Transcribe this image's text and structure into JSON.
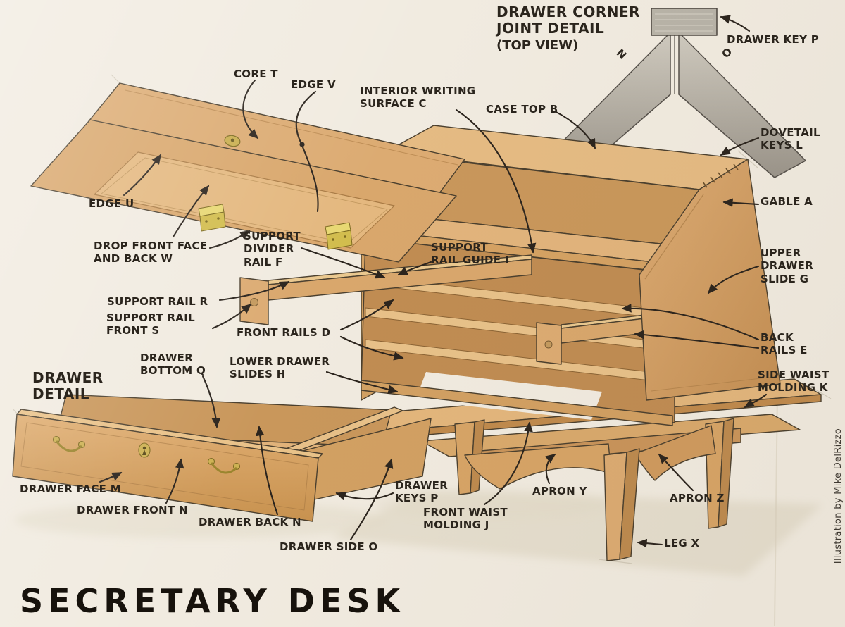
{
  "title": "SECRETARY DESK",
  "credit": "Illustration by Mike DelRizzo",
  "joint_detail": {
    "heading": "DRAWER CORNER\nJOINT DETAIL",
    "subheading": "(TOP VIEW)",
    "key_label": "DRAWER KEY P",
    "left_arm": "N",
    "right_arm": "O"
  },
  "drawer_detail": {
    "heading": "DRAWER\nDETAIL"
  },
  "colors": {
    "paper": "#f1ebe0",
    "wood_light": "#e8c189",
    "wood_mid": "#dcab72",
    "wood_dark": "#c9945a",
    "interior": "#c9975b",
    "ink": "#2b241d",
    "brass": "#cdb254",
    "joint_gray": "#c2bdb2",
    "shadow": "#e0d7c4"
  },
  "labels": [
    {
      "id": "core-t",
      "text": "CORE T"
    },
    {
      "id": "edge-v",
      "text": "EDGE V"
    },
    {
      "id": "interior-writing-surface-c",
      "text": "INTERIOR WRITING\nSURFACE C"
    },
    {
      "id": "case-top-b",
      "text": "CASE TOP B"
    },
    {
      "id": "dovetail-keys-l",
      "text": "DOVETAIL\nKEYS L"
    },
    {
      "id": "gable-a",
      "text": "GABLE A"
    },
    {
      "id": "upper-drawer-slide-g",
      "text": "UPPER\nDRAWER\nSLIDE G"
    },
    {
      "id": "edge-u",
      "text": "EDGE U"
    },
    {
      "id": "drop-front-face-and-back-w",
      "text": "DROP FRONT FACE\nAND BACK W"
    },
    {
      "id": "support-divider-rail-f",
      "text": "SUPPORT\nDIVIDER\nRAIL F"
    },
    {
      "id": "support-rail-guide-i",
      "text": "SUPPORT\nRAIL GUIDE I"
    },
    {
      "id": "support-rail-r",
      "text": "SUPPORT RAIL R"
    },
    {
      "id": "support-rail-front-s",
      "text": "SUPPORT RAIL\nFRONT S"
    },
    {
      "id": "front-rails-d",
      "text": "FRONT RAILS D"
    },
    {
      "id": "drawer-bottom-q",
      "text": "DRAWER\nBOTTOM Q"
    },
    {
      "id": "lower-drawer-slides-h",
      "text": "LOWER DRAWER\nSLIDES H"
    },
    {
      "id": "back-rails-e",
      "text": "BACK\nRAILS E"
    },
    {
      "id": "side-waist-molding-k",
      "text": "SIDE WAIST\nMOLDING K"
    },
    {
      "id": "drawer-face-m",
      "text": "DRAWER FACE M"
    },
    {
      "id": "drawer-front-n",
      "text": "DRAWER FRONT N"
    },
    {
      "id": "drawer-back-n",
      "text": "DRAWER BACK N"
    },
    {
      "id": "drawer-side-o",
      "text": "DRAWER SIDE O"
    },
    {
      "id": "drawer-keys-p",
      "text": "DRAWER\nKEYS P"
    },
    {
      "id": "front-waist-molding-j",
      "text": "FRONT WAIST\nMOLDING J"
    },
    {
      "id": "apron-y",
      "text": "APRON Y"
    },
    {
      "id": "apron-z",
      "text": "APRON Z"
    },
    {
      "id": "leg-x",
      "text": "LEG X"
    }
  ]
}
